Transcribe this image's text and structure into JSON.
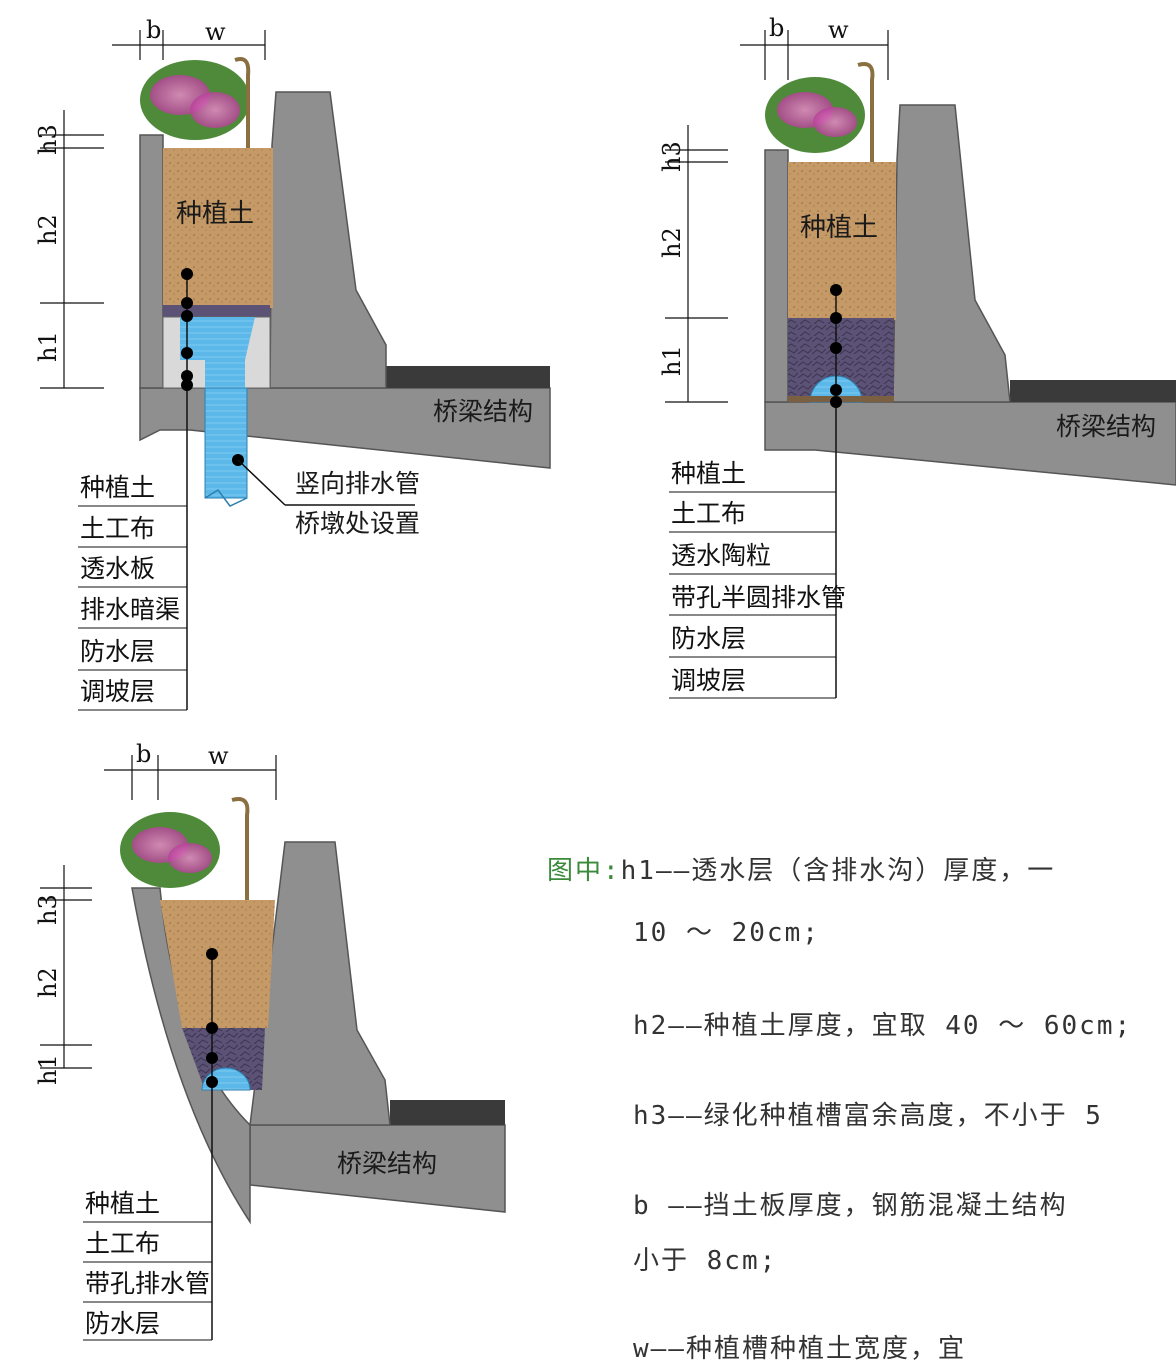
{
  "dimension_labels": {
    "b": "b",
    "w": "w",
    "h1": "h1",
    "h2": "h2",
    "h3": "h3"
  },
  "diagram_a": {
    "bridge_label": "桥梁结构",
    "soil_label": "种植土",
    "callout": [
      "竖向排水管",
      "桥墩处设置"
    ],
    "legend": [
      "种植土",
      "土工布",
      "透水板",
      "排水暗渠",
      "防水层",
      "调坡层"
    ]
  },
  "diagram_b": {
    "bridge_label": "桥梁结构",
    "soil_label": "种植土",
    "legend": [
      "种植土",
      "土工布",
      "透水陶粒",
      "带孔半圆排水管",
      "防水层",
      "调坡层"
    ]
  },
  "diagram_c": {
    "bridge_label": "桥梁结构",
    "legend": [
      "种植土",
      "土工布",
      "带孔排水管",
      "防水层"
    ]
  },
  "notes": {
    "prefix": "图中:",
    "lines": [
      "h1——透水层（含排水沟）厚度，一",
      "10 ～ 20cm;",
      "h2——种植土厚度，宜取 40 ～ 60cm;",
      "h3——绿化种植槽富余高度，不小于 5",
      "b ——挡土板厚度，钢筋混凝土结构",
      "小于 8cm;",
      "w——种植槽种植土宽度，宜"
    ]
  },
  "colors": {
    "concrete": "#8f8f8f",
    "soil": "#c59a66",
    "ceramsite": "#5b5275",
    "water": "#5bb8e8",
    "asphalt": "#3a3a3a",
    "plant_green": "#4f8a3a",
    "flower": "#d85fb8"
  }
}
